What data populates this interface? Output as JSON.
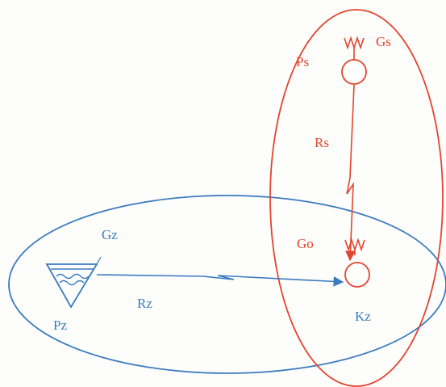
{
  "colors": {
    "red": "#e2452f",
    "blue": "#3a7bbf",
    "paper": "#fdfdfb"
  },
  "labels": {
    "ps": "Ps",
    "gs": "Gs",
    "rs": "Rs",
    "go": "Go",
    "gz": "Gz",
    "rz": "Rz",
    "pz": "Pz",
    "kz": "Kz"
  },
  "icons": {
    "source_symbol": "ww-glyph-over-circle",
    "target_symbol": "ww-glyph-over-circle",
    "reservoir_symbol": "triangle-with-waves"
  }
}
